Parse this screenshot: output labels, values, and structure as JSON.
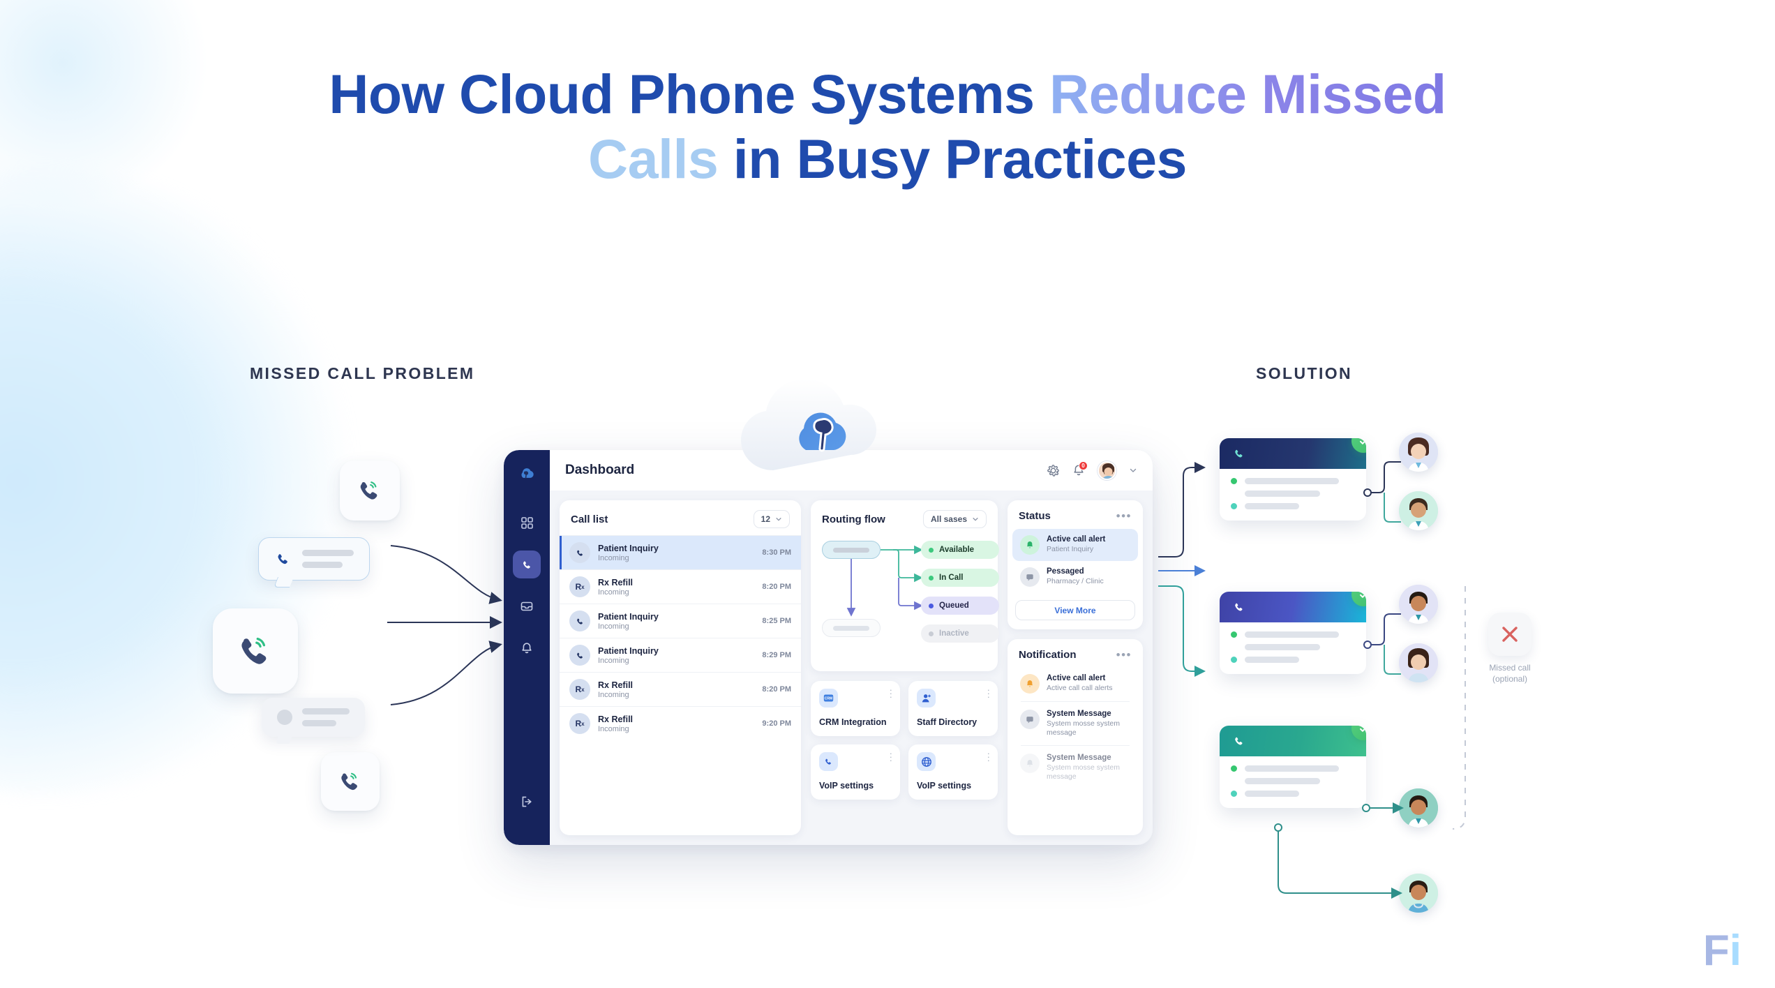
{
  "title": {
    "part1": "How Cloud Phone Systems ",
    "part2": "Reduce Missed",
    "part3": "Calls",
    "part4": " in Busy Practices"
  },
  "sections": {
    "problem_label": "MISSED CALL PROBLEM",
    "solution_label": "SOLUTION"
  },
  "dashboard": {
    "title": "Dashboard",
    "notification_count": "0",
    "sidebar_icons": [
      "grid-icon",
      "phone-icon",
      "inbox-icon",
      "bell-icon",
      "logout-icon"
    ],
    "top_icons": [
      "gear-icon",
      "bell-icon",
      "avatar",
      "chevron-down-icon"
    ],
    "call_list": {
      "title": "Call list",
      "count": "12",
      "rows": [
        {
          "icon": "phone-icon",
          "name": "Patient Inquiry",
          "status": "Incoming",
          "time": "8:30 PM",
          "selected": true
        },
        {
          "icon": "rx-icon",
          "name": "Rx Refill",
          "status": "Incoming",
          "time": "8:20 PM",
          "selected": false
        },
        {
          "icon": "phone-icon",
          "name": "Patient Inquiry",
          "status": "Incoming",
          "time": "8:25 PM",
          "selected": false
        },
        {
          "icon": "phone-icon",
          "name": "Patient Inquiry",
          "status": "Incoming",
          "time": "8:29 PM",
          "selected": false
        },
        {
          "icon": "rx-icon",
          "name": "Rx Refill",
          "status": "Incoming",
          "time": "8:20 PM",
          "selected": false
        },
        {
          "icon": "rx-icon",
          "name": "Rx Refill",
          "status": "Incoming",
          "time": "9:20 PM",
          "selected": false
        }
      ]
    },
    "routing_flow": {
      "title": "Routing flow",
      "filter": "All sases",
      "statuses": [
        {
          "label": "Available",
          "color": "#3cc97d",
          "style": "green"
        },
        {
          "label": "In Call",
          "color": "#3cc97d",
          "style": "green"
        },
        {
          "label": "Queued",
          "color": "#4b5ae0",
          "style": "purple"
        },
        {
          "label": "Inactive",
          "color": "#c8ccd4",
          "style": "gray"
        }
      ]
    },
    "tiles": [
      {
        "label": "CRM Integration",
        "icon": "crm-icon"
      },
      {
        "label": "Staff Directory",
        "icon": "staff-icon"
      },
      {
        "label": "VoIP settings",
        "icon": "phone-icon"
      },
      {
        "label": "VoIP settings",
        "icon": "globe-icon"
      }
    ],
    "status_panel": {
      "title": "Status",
      "items": [
        {
          "name": "Active call alert",
          "sub": "Patient Inquiry",
          "icon": "bell-icon",
          "highlight": true
        },
        {
          "name": "Pessaged",
          "sub": "Pharmacy / Clinic",
          "icon": "message-icon",
          "highlight": false
        }
      ],
      "button": "View More"
    },
    "notification_panel": {
      "title": "Notification",
      "items": [
        {
          "name": "Active call alert",
          "sub": "Active call call alerts",
          "icon": "bell-icon"
        },
        {
          "name": "System Message",
          "sub": "System mosse system message",
          "icon": "message-icon"
        },
        {
          "name": "System Message",
          "sub": "System mosse system message",
          "icon": "bell-icon"
        }
      ]
    }
  },
  "solution": {
    "cards": [
      {
        "header_style": "navy",
        "accent": "#1b2a63"
      },
      {
        "header_style": "indigo",
        "accent": "#4b56c4"
      },
      {
        "header_style": "teal",
        "accent": "#2aa88f"
      }
    ],
    "missed_call": {
      "line1": "Missed call",
      "line2": "(optional)",
      "icon": "x-icon"
    }
  },
  "watermark": {
    "text": "F",
    "accent": "i"
  },
  "colors": {
    "title_navy": "#1f4bad",
    "title_purple": "#7e78e4",
    "title_light": "#a6ccf2",
    "sidebar": "#16235c",
    "accent_blue": "#2f5fd0",
    "green": "#35c770",
    "red": "#e05a5a"
  }
}
